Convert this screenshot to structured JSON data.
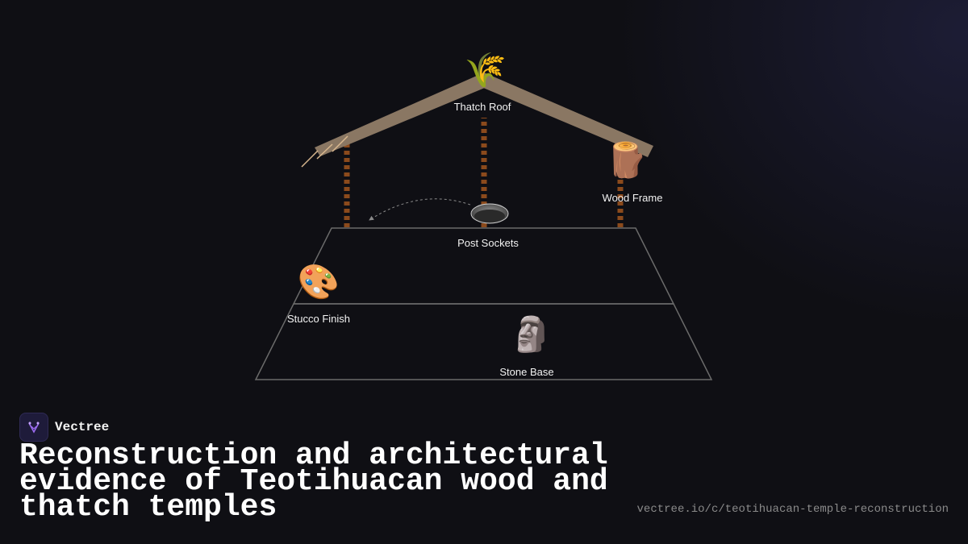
{
  "diagram": {
    "labels": {
      "thatch_roof": "Thatch Roof",
      "wood_frame": "Wood Frame",
      "post_sockets": "Post Sockets",
      "stucco_finish": "Stucco Finish",
      "stone_base": "Stone Base"
    },
    "icons": {
      "thatch_roof": "🌾",
      "wood_frame": "🪵",
      "stucco_finish": "🎨",
      "stone_base": "🗿"
    },
    "colors": {
      "roof": "#8a7763",
      "posts": "#8b4a1c",
      "outline": "#6a6a6a",
      "thatch_strands": "#d9b88f"
    }
  },
  "brand": {
    "name": "Vectree"
  },
  "title": "Reconstruction and architectural evidence of Teotihuacan wood and thatch temples",
  "url": "vectree.io/c/teotihuacan-temple-reconstruction"
}
